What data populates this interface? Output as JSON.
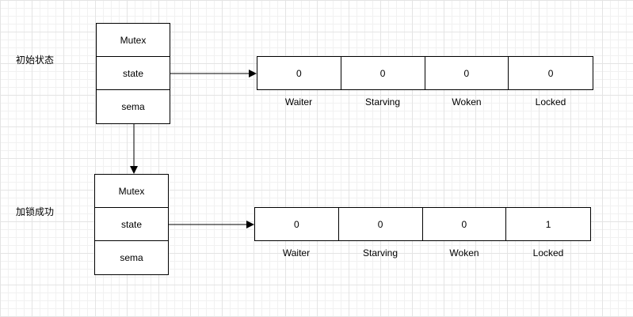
{
  "stages": [
    {
      "label": "初始状态",
      "struct": {
        "rows": [
          "Mutex",
          "state",
          "sema"
        ]
      },
      "bits": [
        {
          "name": "Waiter",
          "value": "0"
        },
        {
          "name": "Starving",
          "value": "0"
        },
        {
          "name": "Woken",
          "value": "0"
        },
        {
          "name": "Locked",
          "value": "0"
        }
      ]
    },
    {
      "label": "加锁成功",
      "struct": {
        "rows": [
          "Mutex",
          "state",
          "sema"
        ]
      },
      "bits": [
        {
          "name": "Waiter",
          "value": "0"
        },
        {
          "name": "Starving",
          "value": "0"
        },
        {
          "name": "Woken",
          "value": "0"
        },
        {
          "name": "Locked",
          "value": "1"
        }
      ]
    }
  ]
}
